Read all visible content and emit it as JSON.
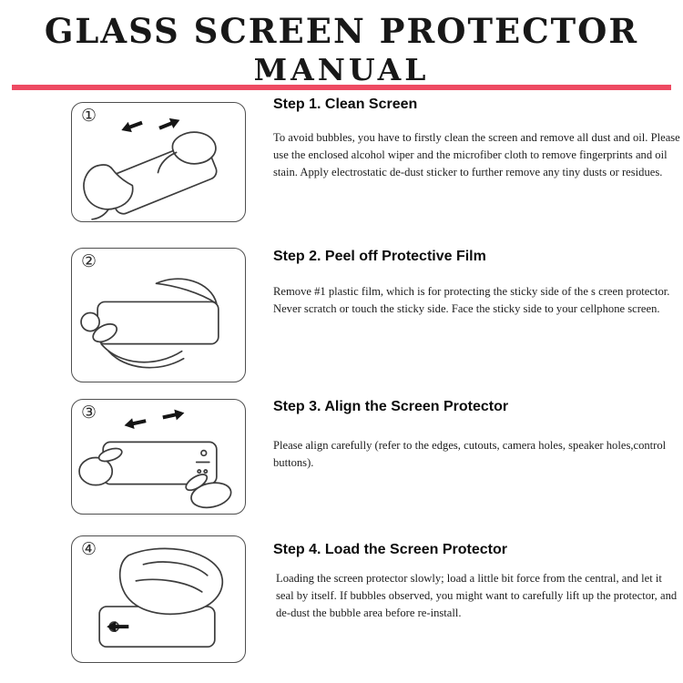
{
  "title": {
    "line1": "GLASS SCREEN PROTECTOR",
    "line2": "MANUAL"
  },
  "colors": {
    "accent": "#EE4A62",
    "line_art": "#3D3D3D"
  },
  "steps": [
    {
      "number": "①",
      "heading": "Step 1. Clean Screen",
      "body": "To avoid bubbles, you have to firstly clean the screen and remove all dust and oil. Please use the enclosed alcohol wiper and the microfiber cloth to remove fingerprints and oil stain. Apply electrostatic de-dust sticker to further remove any tiny dusts or residues.",
      "illustration": "clean-screen-illustration"
    },
    {
      "number": "②",
      "heading": "Step 2. Peel off Protective Film",
      "body": "Remove #1 plastic film, which is for protecting the sticky side of the s creen protector. Never scratch or touch the sticky side. Face the sticky side to your cellphone screen.",
      "illustration": "peel-film-illustration"
    },
    {
      "number": "③",
      "heading": "Step 3. Align the Screen Protector",
      "body": "Please align carefully (refer to the edges, cutouts, camera holes, speaker holes,control buttons).",
      "illustration": "align-protector-illustration"
    },
    {
      "number": "④",
      "heading": "Step 4. Load the Screen Protector",
      "body": "Loading the screen protector slowly; load a little bit force from the central, and let it seal by itself. If bubbles observed, you might want to carefully lift up the protector, and de-dust the bubble area before re-install.",
      "illustration": "load-protector-illustration"
    }
  ]
}
